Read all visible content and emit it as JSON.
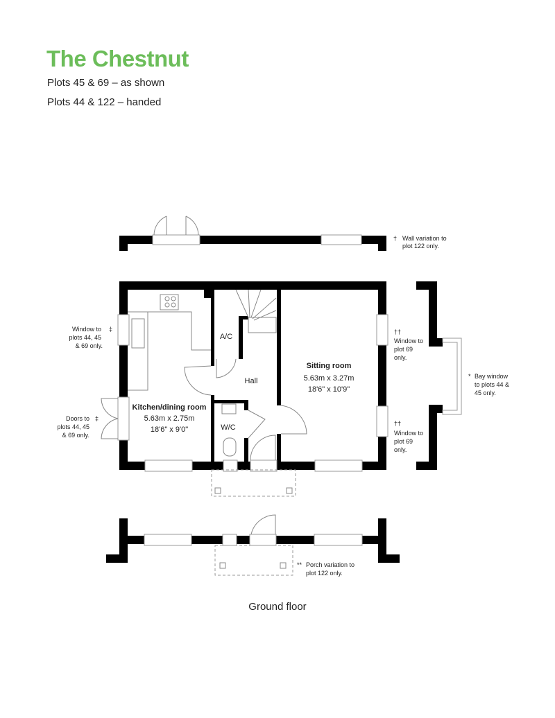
{
  "header": {
    "title": "The Chestnut",
    "subtitle_1": "Plots 45 & 69 – as shown",
    "subtitle_2": "Plots 44 & 122 – handed"
  },
  "rooms": {
    "kitchen": {
      "name": "Kitchen/dining room",
      "metric": "5.63m x 2.75m",
      "imperial": "18'6\" x 9'0\""
    },
    "sitting": {
      "name": "Sitting room",
      "metric": "5.63m x 3.27m",
      "imperial": "18'6\" x 10'9\""
    },
    "hall": {
      "name": "Hall"
    },
    "ac": {
      "name": "A/C"
    },
    "wc": {
      "name": "W/C"
    }
  },
  "notes": {
    "wall_variation": {
      "mark": "†",
      "line1": "Wall variation to",
      "line2": "plot 122 only."
    },
    "window_left": {
      "mark": "‡",
      "line1": "Window to",
      "line2": "plots 44, 45",
      "line3": "& 69 only."
    },
    "doors_left": {
      "mark": "‡",
      "line1": "Doors to",
      "line2": "plots 44, 45",
      "line3": "& 69 only."
    },
    "window_right_1": {
      "mark": "††",
      "line1": "Window to",
      "line2": "plot 69",
      "line3": "only."
    },
    "window_right_2": {
      "mark": "††",
      "line1": "Window to",
      "line2": "plot 69",
      "line3": "only."
    },
    "bay_window": {
      "mark": "*",
      "line1": "Bay window",
      "line2": "to plots 44 &",
      "line3": "45 only."
    },
    "porch": {
      "mark": "**",
      "line1": "Porch variation to",
      "line2": "plot 122 only."
    }
  },
  "caption": "Ground floor"
}
